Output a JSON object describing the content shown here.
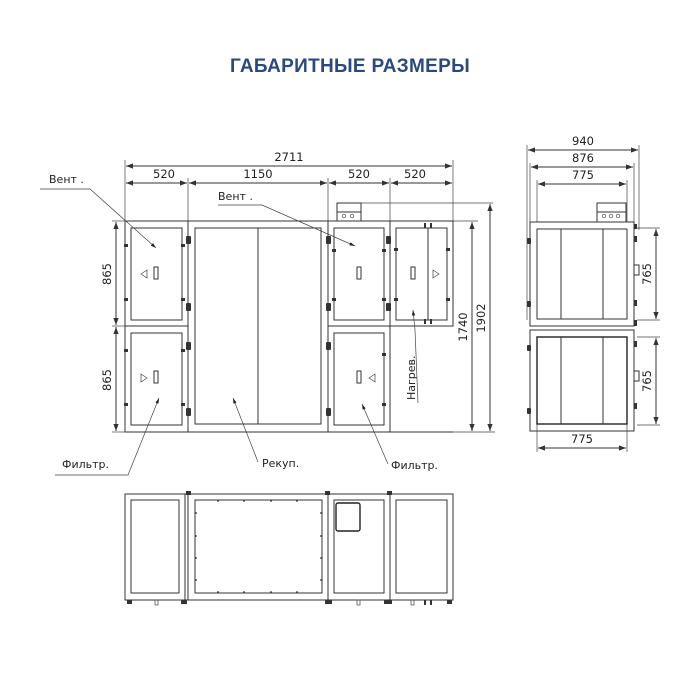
{
  "title": "ГАБАРИТНЫЕ РАЗМЕРЫ",
  "front_view": {
    "overall_width": "2711",
    "section_widths": [
      "520",
      "1150",
      "520",
      "520"
    ],
    "section_heights": [
      "865",
      "865"
    ],
    "height_without_box": "1740",
    "height_total": "1902"
  },
  "side_view": {
    "widths": [
      "940",
      "876",
      "775"
    ],
    "bottom_width": "775",
    "section_heights": [
      "765",
      "765"
    ]
  },
  "labels": {
    "fan_left": "Вент .",
    "fan_middle": "Вент .",
    "heater": "Нагрев.",
    "filter_left": "Фильтр.",
    "recuperator": "Рекуп.",
    "filter_right": "Фильтр."
  },
  "colors": {
    "title": "#2a4a7f",
    "lines": "#333333",
    "background": "#ffffff"
  }
}
